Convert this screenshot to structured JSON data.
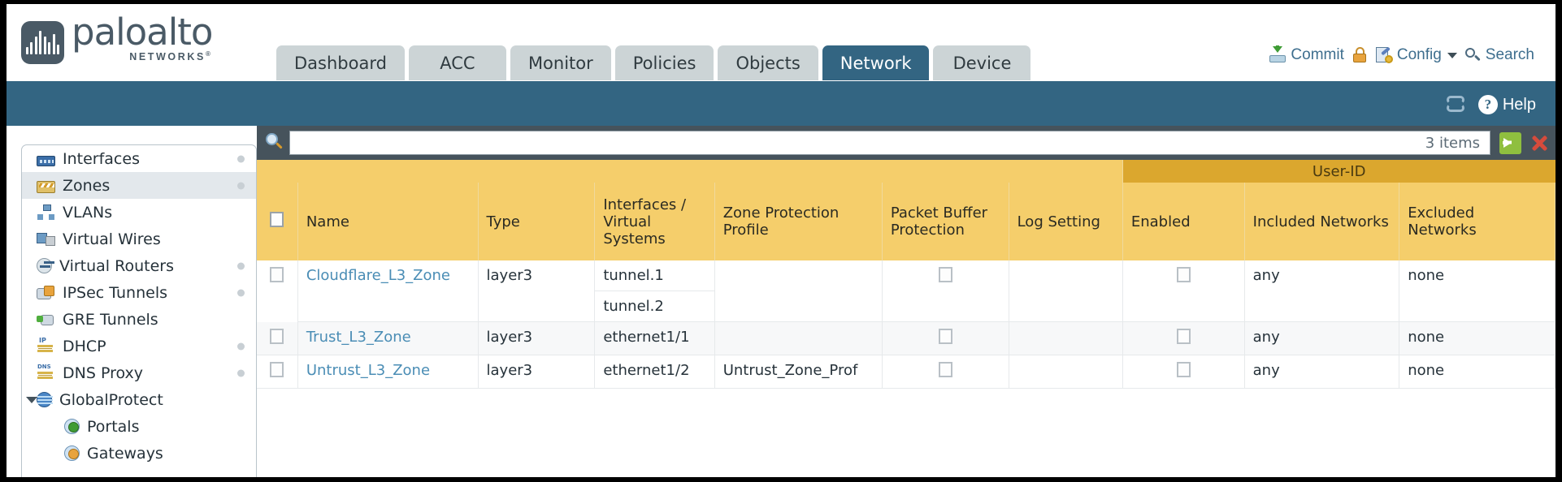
{
  "brand": {
    "name": "paloalto",
    "sub": "NETWORKS",
    "sup": "®"
  },
  "tabs": [
    {
      "label": "Dashboard",
      "active": false
    },
    {
      "label": "ACC",
      "active": false
    },
    {
      "label": "Monitor",
      "active": false
    },
    {
      "label": "Policies",
      "active": false
    },
    {
      "label": "Objects",
      "active": false
    },
    {
      "label": "Network",
      "active": true
    },
    {
      "label": "Device",
      "active": false
    }
  ],
  "utils": [
    {
      "label": "Commit",
      "icon": "commit-icon"
    },
    {
      "label": "",
      "icon": "padlock-icon"
    },
    {
      "label": "Config",
      "icon": "config-icon",
      "caret": true
    },
    {
      "label": "Search",
      "icon": "search-icon"
    }
  ],
  "bluebar": {
    "refresh_icon": "refresh-icon",
    "help_label": "Help",
    "help_icon": "help-icon"
  },
  "sidebar": {
    "items": [
      {
        "label": "Interfaces",
        "icon": "interfaces-icon",
        "selected": false,
        "dot": true,
        "child": false,
        "caret": false
      },
      {
        "label": "Zones",
        "icon": "zones-icon",
        "selected": true,
        "dot": true,
        "child": false,
        "caret": false
      },
      {
        "label": "VLANs",
        "icon": "vlans-icon",
        "selected": false,
        "dot": false,
        "child": false,
        "caret": false
      },
      {
        "label": "Virtual Wires",
        "icon": "virtual-wires-icon",
        "selected": false,
        "dot": false,
        "child": false,
        "caret": false
      },
      {
        "label": "Virtual Routers",
        "icon": "virtual-routers-icon",
        "selected": false,
        "dot": true,
        "child": false,
        "caret": false
      },
      {
        "label": "IPSec Tunnels",
        "icon": "ipsec-tunnels-icon",
        "selected": false,
        "dot": true,
        "child": false,
        "caret": false
      },
      {
        "label": "GRE Tunnels",
        "icon": "gre-tunnels-icon",
        "selected": false,
        "dot": false,
        "child": false,
        "caret": false
      },
      {
        "label": "DHCP",
        "icon": "dhcp-icon",
        "selected": false,
        "dot": true,
        "child": false,
        "caret": false
      },
      {
        "label": "DNS Proxy",
        "icon": "dns-proxy-icon",
        "selected": false,
        "dot": true,
        "child": false,
        "caret": false
      },
      {
        "label": "GlobalProtect",
        "icon": "globalprotect-icon",
        "selected": false,
        "dot": false,
        "child": false,
        "caret": true
      },
      {
        "label": "Portals",
        "icon": "portals-icon",
        "selected": false,
        "dot": false,
        "child": true,
        "caret": false
      },
      {
        "label": "Gateways",
        "icon": "gateways-icon",
        "selected": false,
        "dot": false,
        "child": true,
        "caret": false
      }
    ]
  },
  "filterbar": {
    "search_icon": "filter-search-icon",
    "value": "",
    "items_count": "3 items",
    "apply_icon": "apply-filter-arrow-icon",
    "clear_icon": "clear-filter-close-icon"
  },
  "table": {
    "group_header": "User-ID",
    "columns": [
      "",
      "Name",
      "Type",
      "Interfaces / Virtual Systems",
      "Zone Protection Profile",
      "Packet Buffer Protection",
      "Log Setting",
      "Enabled",
      "Included Networks",
      "Excluded Networks"
    ],
    "rows": [
      {
        "selected": false,
        "name": "Cloudflare_L3_Zone",
        "type": "layer3",
        "interfaces": [
          "tunnel.1",
          "tunnel.2"
        ],
        "zone_protection_profile": "",
        "packet_buffer_protection": false,
        "log_setting": "",
        "userid_enabled": false,
        "included_networks": "any",
        "excluded_networks": "none"
      },
      {
        "selected": false,
        "name": "Trust_L3_Zone",
        "type": "layer3",
        "interfaces": [
          "ethernet1/1"
        ],
        "zone_protection_profile": "",
        "packet_buffer_protection": false,
        "log_setting": "",
        "userid_enabled": false,
        "included_networks": "any",
        "excluded_networks": "none"
      },
      {
        "selected": false,
        "name": "Untrust_L3_Zone",
        "type": "layer3",
        "interfaces": [
          "ethernet1/2"
        ],
        "zone_protection_profile": "Untrust_Zone_Prof",
        "packet_buffer_protection": false,
        "log_setting": "",
        "userid_enabled": false,
        "included_networks": "any",
        "excluded_networks": "none"
      }
    ]
  },
  "colors": {
    "brand_slate": "#4a5a66",
    "tab_active": "#336582",
    "tab_inactive": "#ccd4d6",
    "bluebar": "#336582",
    "filterbar": "#46535c",
    "table_header": "#f5ce6b",
    "table_group_header": "#dba72e",
    "link": "#4a8db5",
    "apply_green": "#8fbf3f",
    "clear_red": "#d64b3c"
  }
}
